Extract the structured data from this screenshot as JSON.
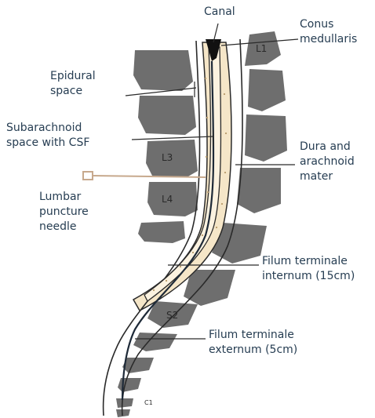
{
  "labels": {
    "canal": "Canal",
    "conus": [
      "Conus",
      "medullaris"
    ],
    "epidural": [
      "Epidural",
      "space"
    ],
    "subarachnoid": [
      "Subarachnoid",
      "space with CSF"
    ],
    "dura": [
      "Dura and",
      "arachnoid",
      "mater"
    ],
    "needle": [
      "Lumbar",
      "puncture",
      "needle"
    ],
    "filum_internum": [
      "Filum terminale",
      "internum (15cm)"
    ],
    "filum_externum": [
      "Filum terminale",
      "externum (5cm)"
    ]
  },
  "vertebra_labels": {
    "l1": "L1",
    "l3": "L3",
    "l4": "L4",
    "s2": "S2",
    "c1": "C1"
  },
  "colors": {
    "vertebra": "#6e6e6e",
    "csf": "#f5e6c8",
    "outline": "#2a2a2a",
    "text": "#263d52",
    "needle": "#c7a98d"
  }
}
